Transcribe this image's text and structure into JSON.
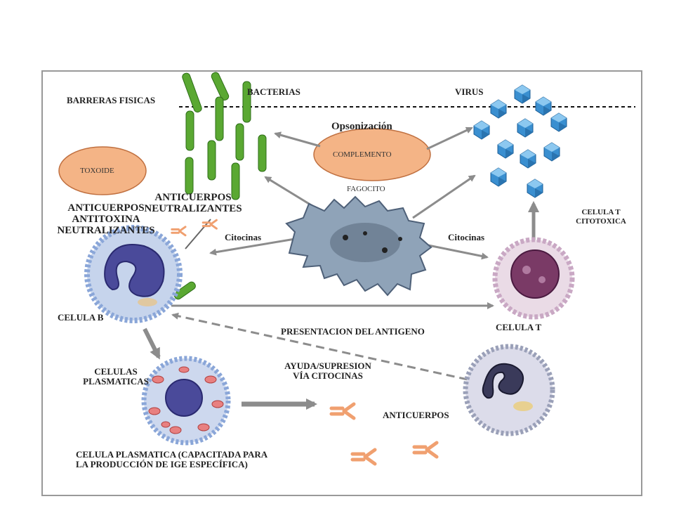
{
  "labels": {
    "barreras": "BARRERAS FISICAS",
    "bacterias": "BACTERIAS",
    "virus": "VIRUS",
    "opsonizacion": "Opsonización",
    "complemento": "COMPLEMENTO",
    "toxoide": "TOXOIDE",
    "fagocito": "FAGOCITO",
    "anticuerpos_neutralizantes_1": "ANTICUERPOS",
    "anticuerpos_neutralizantes_2": "NEUTRALIZANTES",
    "anticuerpos_antitoxina_1": "ANTICUERPOS",
    "anticuerpos_antitoxina_2": "ANTITOXINA",
    "anticuerpos_antitoxina_3": "NEUTRALIZANTES",
    "citocinas_left": "Citocinas",
    "citocinas_right": "Citocinas",
    "celula_t_citotoxica_1": "CELULA T",
    "celula_t_citotoxica_2": "CITOTOXICA",
    "celula_b": "CELULA B",
    "celula_t": "CELULA T",
    "presentacion": "PRESENTACION DEL ANTIGENO",
    "celulas_plasmaticas_1": "CELULAS",
    "celulas_plasmaticas_2": "PLASMATICAS",
    "ayuda_1": "AYUDA/SUPRESION",
    "ayuda_2": "VÍA CITOCINAS",
    "anticuerpos": "ANTICUERPOS",
    "celula_plasmatica_1": "CELULA PLASMATICA (CAPACITADA PARA",
    "celula_plasmatica_2": "LA PRODUCCIÓN DE IGE ESPECÍFICA)"
  },
  "colors": {
    "arrow": "#8c8c8c",
    "oval_fill": "#f4b486",
    "bacteria": "#5aa832",
    "virus": "#3a8fd0",
    "antibody": "#f0a070",
    "cell_b": "#8aa6d8",
    "cell_t": "#c9a8c4",
    "phagocyte": "#8fa3b8"
  }
}
